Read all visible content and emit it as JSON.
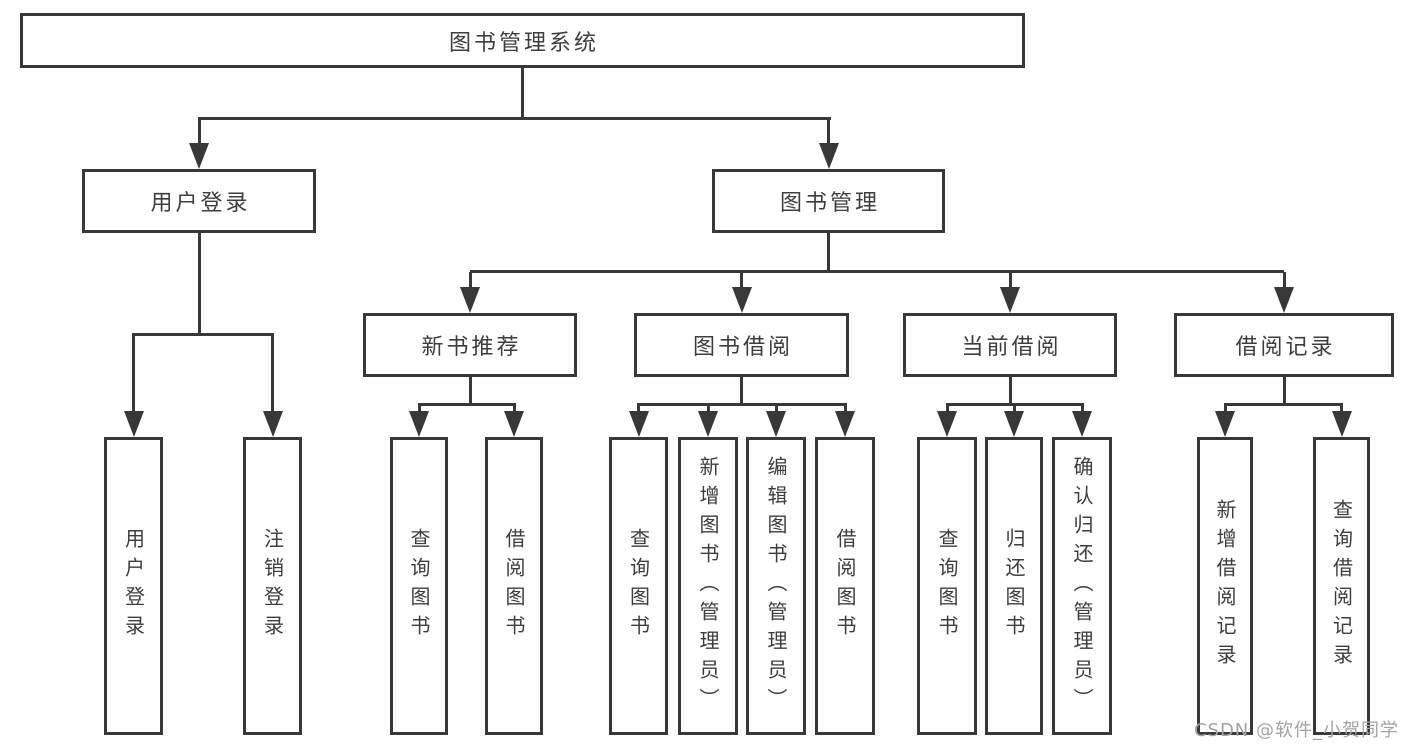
{
  "diagram": {
    "root": {
      "label": "图书管理系统"
    },
    "level2": [
      {
        "id": "user-login",
        "label": "用户登录"
      },
      {
        "id": "book-management",
        "label": "图书管理"
      }
    ],
    "level3": [
      {
        "id": "new-book-recommendation",
        "parent": "图书管理",
        "label": "新书推荐"
      },
      {
        "id": "book-borrowing",
        "parent": "图书管理",
        "label": "图书借阅"
      },
      {
        "id": "current-borrowing",
        "parent": "图书管理",
        "label": "当前借阅"
      },
      {
        "id": "borrowing-records",
        "parent": "图书管理",
        "label": "借阅记录"
      }
    ],
    "leaves": [
      {
        "parent": "用户登录",
        "label": "用户登录"
      },
      {
        "parent": "用户登录",
        "label": "注销登录"
      },
      {
        "parent": "新书推荐",
        "label": "查询图书"
      },
      {
        "parent": "新书推荐",
        "label": "借阅图书"
      },
      {
        "parent": "图书借阅",
        "label": "查询图书"
      },
      {
        "parent": "图书借阅",
        "label": "新增图书（管理员）"
      },
      {
        "parent": "图书借阅",
        "label": "编辑图书（管理员）"
      },
      {
        "parent": "图书借阅",
        "label": "借阅图书"
      },
      {
        "parent": "当前借阅",
        "label": "查询图书"
      },
      {
        "parent": "当前借阅",
        "label": "归还图书"
      },
      {
        "parent": "当前借阅",
        "label": "确认归还（管理员）"
      },
      {
        "parent": "借阅记录",
        "label": "新增借阅记录"
      },
      {
        "parent": "借阅记录",
        "label": "查询借阅记录"
      }
    ]
  },
  "watermark": {
    "text": "CSDN @软件_小贺同学"
  },
  "colors": {
    "line": "#383838",
    "text": "#3d3d3d",
    "watermark": "#a3a3a3",
    "background": "#ffffff"
  }
}
